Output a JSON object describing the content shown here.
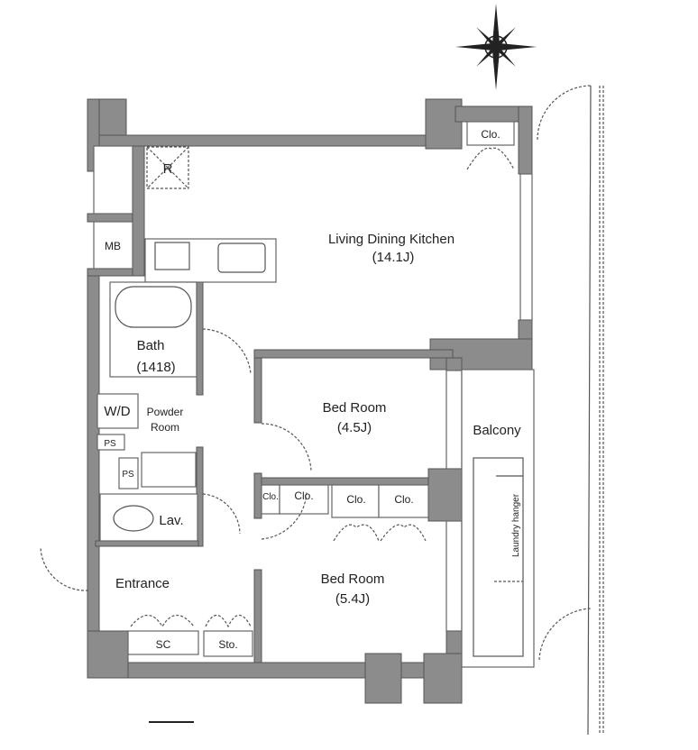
{
  "plan": {
    "rooms": {
      "ldk_name": "Living Dining Kitchen",
      "ldk_size": "(14.1J)",
      "bath_name": "Bath",
      "bath_size": "(1418)",
      "wd": "W/D",
      "powder_1": "Powder",
      "powder_2": "Room",
      "ps1": "PS",
      "ps2": "PS",
      "lav": "Lav.",
      "entrance": "Entrance",
      "sc": "SC",
      "sto": "Sto.",
      "bed1_name": "Bed Room",
      "bed1_size": "(4.5J)",
      "bed2_name": "Bed Room",
      "bed2_size": "(5.4J)",
      "balcony": "Balcony",
      "laundry": "Laundry hanger",
      "mb": "MB",
      "fridge": "R"
    },
    "closets": [
      "Clo.",
      "Clo.",
      "Clo.",
      "Clo.",
      "Clo."
    ]
  },
  "colors": {
    "wall": "#8c8c8c",
    "line": "#555555"
  }
}
